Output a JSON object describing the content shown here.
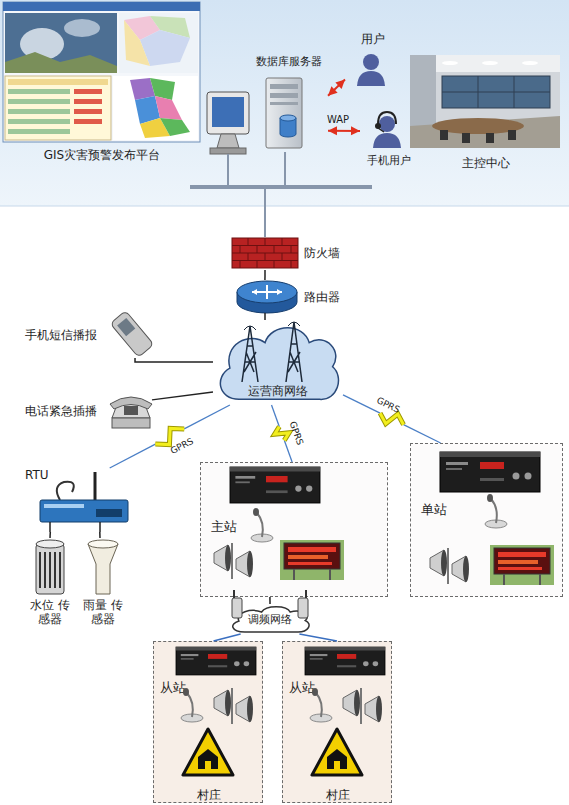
{
  "diagram": {
    "nodes": [
      {
        "text": [
          "GIS灾害预警发布平台"
        ]
      },
      {
        "text": [
          "数据库服务器"
        ]
      },
      {
        "text": [
          "用户"
        ]
      },
      {
        "text": [
          "手机用户"
        ]
      },
      {
        "text": [
          "主控中心"
        ]
      },
      {
        "text": [
          "防火墙"
        ]
      },
      {
        "text": [
          "路由器"
        ]
      },
      {
        "text": [
          "运营商网络"
        ]
      },
      {
        "text": [
          "手机短信播报"
        ]
      },
      {
        "text": [
          "电话紧急插播"
        ]
      },
      {
        "text": [
          "RTU"
        ]
      },
      {
        "text": [
          "水位 传感器"
        ]
      },
      {
        "text": [
          "雨量 传感器"
        ]
      },
      {
        "text": [
          "主站"
        ]
      },
      {
        "text": [
          "单站"
        ]
      },
      {
        "text": [
          "调频网络"
        ]
      },
      {
        "text": [
          "从站"
        ]
      },
      {
        "text": [
          "村庄"
        ],
        "in": 16
      },
      {
        "text": [
          "从站"
        ]
      },
      {
        "text": [
          "村庄"
        ],
        "in": 18
      }
    ],
    "edges": [
      {
        "from": 1,
        "to": 2,
        "arrow": "both"
      },
      {
        "from": 1,
        "to": 3,
        "label": "WAP",
        "arrow": "both"
      },
      {
        "from": 0,
        "to": 5,
        "arrow": "none"
      },
      {
        "from": 1,
        "to": 5,
        "arrow": "none"
      },
      {
        "from": 5,
        "to": 6,
        "arrow": "none"
      },
      {
        "from": 6,
        "to": 7,
        "arrow": "none"
      },
      {
        "from": 8,
        "to": 7,
        "arrow": "none"
      },
      {
        "from": 9,
        "to": 7,
        "arrow": "none"
      },
      {
        "from": 7,
        "to": 10,
        "label": "GPRS",
        "arrow": "none"
      },
      {
        "from": 7,
        "to": 13,
        "label": "GPRS",
        "arrow": "none"
      },
      {
        "from": 7,
        "to": 14,
        "label": "GPRS",
        "arrow": "none"
      },
      {
        "from": 10,
        "to": 11,
        "arrow": "none"
      },
      {
        "from": 10,
        "to": 12,
        "arrow": "none"
      },
      {
        "from": 13,
        "to": 15,
        "arrow": "none"
      },
      {
        "from": 15,
        "to": 16,
        "arrow": "none"
      },
      {
        "from": 15,
        "to": 18,
        "arrow": "none"
      }
    ]
  }
}
